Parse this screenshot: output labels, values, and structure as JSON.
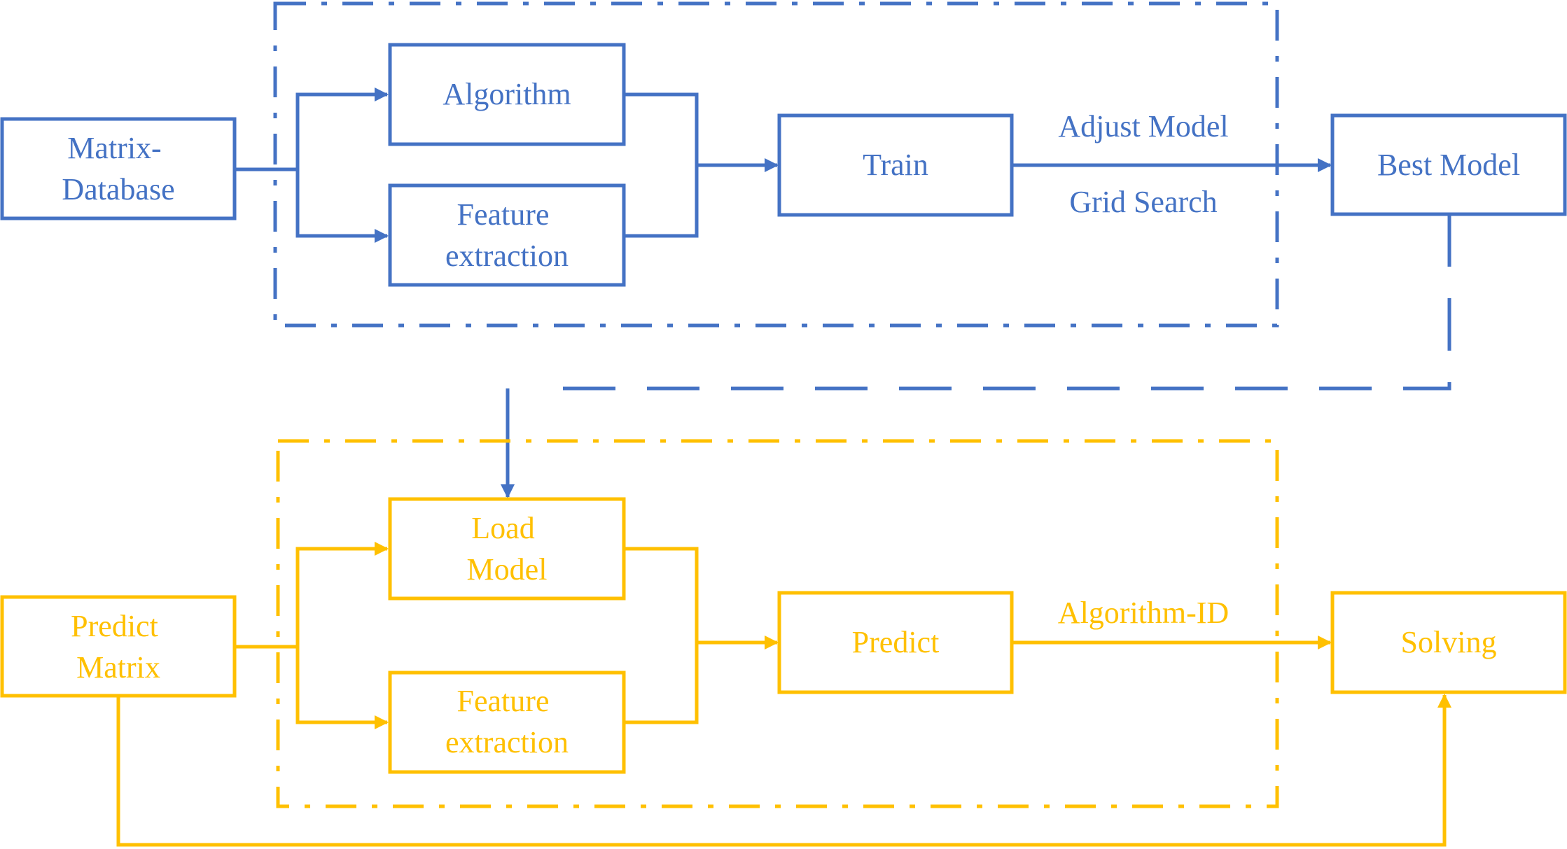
{
  "colors": {
    "train": "#4472C4",
    "predict": "#FFC000"
  },
  "nodes": {
    "matrix_database": {
      "lines": [
        "Matrix-",
        "Database"
      ]
    },
    "algorithm": {
      "lines": [
        "Algorithm"
      ]
    },
    "feature_extraction_train": {
      "lines": [
        "Feature",
        "extraction"
      ]
    },
    "train": {
      "lines": [
        "Train"
      ]
    },
    "best_model": {
      "lines": [
        "Best Model"
      ]
    },
    "predict_matrix": {
      "lines": [
        "Predict",
        "Matrix"
      ]
    },
    "load_model": {
      "lines": [
        "Load",
        "Model"
      ]
    },
    "feature_extraction_predict": {
      "lines": [
        "Feature",
        "extraction"
      ]
    },
    "predict": {
      "lines": [
        "Predict"
      ]
    },
    "solving": {
      "lines": [
        "Solving"
      ]
    }
  },
  "edge_labels": {
    "adjust_model": "Adjust Model",
    "grid_search": "Grid Search",
    "algorithm_id": "Algorithm-ID"
  }
}
